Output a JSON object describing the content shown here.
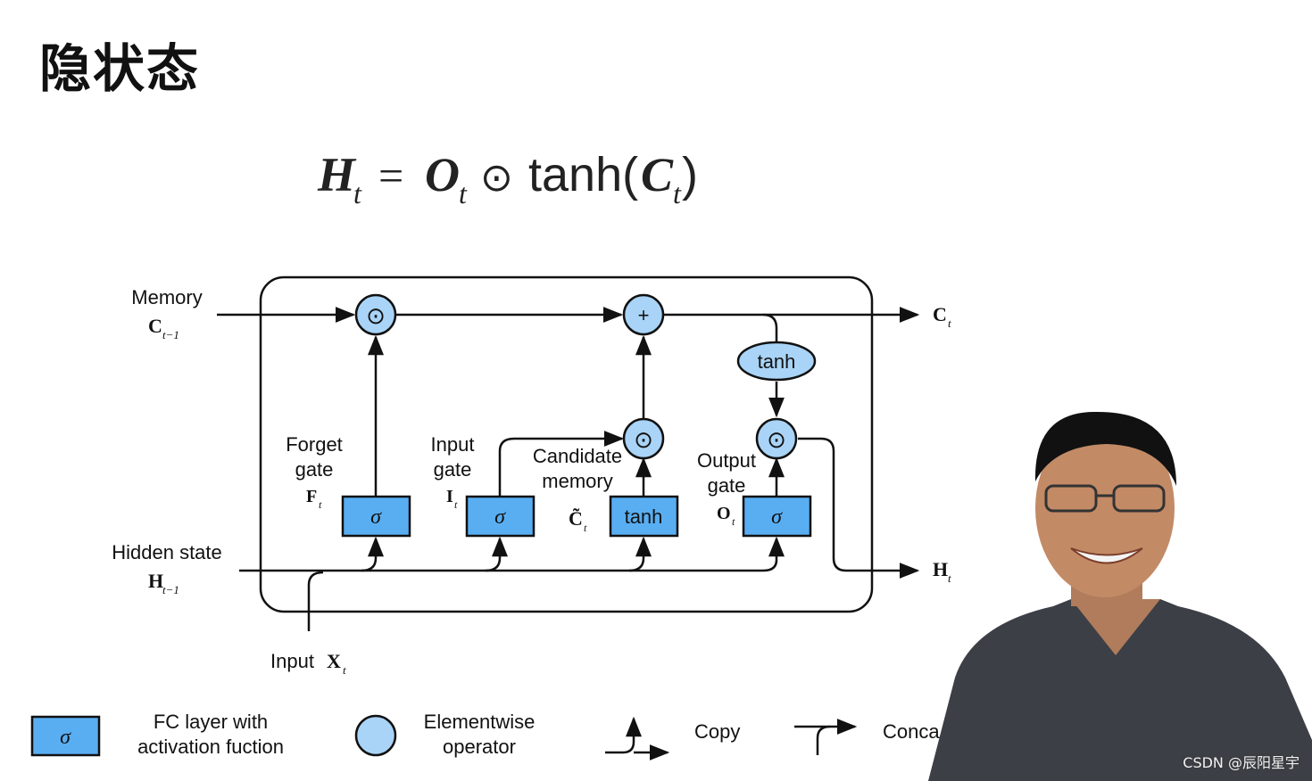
{
  "page": {
    "title": "隐状态",
    "watermark_top": "",
    "watermark": "CSDN @辰阳星宇"
  },
  "formula": {
    "lhs_var": "H",
    "lhs_sub": "t",
    "equals": "=",
    "o_var": "O",
    "o_sub": "t",
    "op": "⊙",
    "func": "tanh(",
    "c_var": "C",
    "c_sub": "t",
    "close": ")"
  },
  "diagram": {
    "memory_label": "Memory",
    "memory_var": "C",
    "memory_sub": "t−1",
    "hidden_label": "Hidden state",
    "hidden_var": "H",
    "hidden_sub": "t−1",
    "input_label": "Input",
    "input_var": "X",
    "input_sub": "t",
    "out_c_var": "C",
    "out_c_sub": "t",
    "out_h_var": "H",
    "out_h_sub": "t",
    "forget_line1": "Forget",
    "forget_line2": "gate",
    "forget_var": "F",
    "forget_sub": "t",
    "input_gate_line1": "Input",
    "input_gate_line2": "gate",
    "input_gate_var": "I",
    "input_gate_sub": "t",
    "candidate_line1": "Candidate",
    "candidate_line2": "memory",
    "candidate_var": "C̃",
    "candidate_sub": "t",
    "output_line1": "Output",
    "output_line2": "gate",
    "output_var": "O",
    "output_sub": "t",
    "sigma": "σ",
    "tanh": "tanh",
    "plus": "+",
    "odot": "⊙"
  },
  "legend": {
    "fc_sigma": "σ",
    "fc_line1": "FC layer with",
    "fc_line2": "activation fuction",
    "elem_line1": "Elementwise",
    "elem_line2": "operator",
    "copy": "Copy",
    "concat": "Conca"
  },
  "colors": {
    "box_fill": "#59aef2",
    "circle_fill": "#a9d4f7",
    "stroke": "#111111"
  }
}
